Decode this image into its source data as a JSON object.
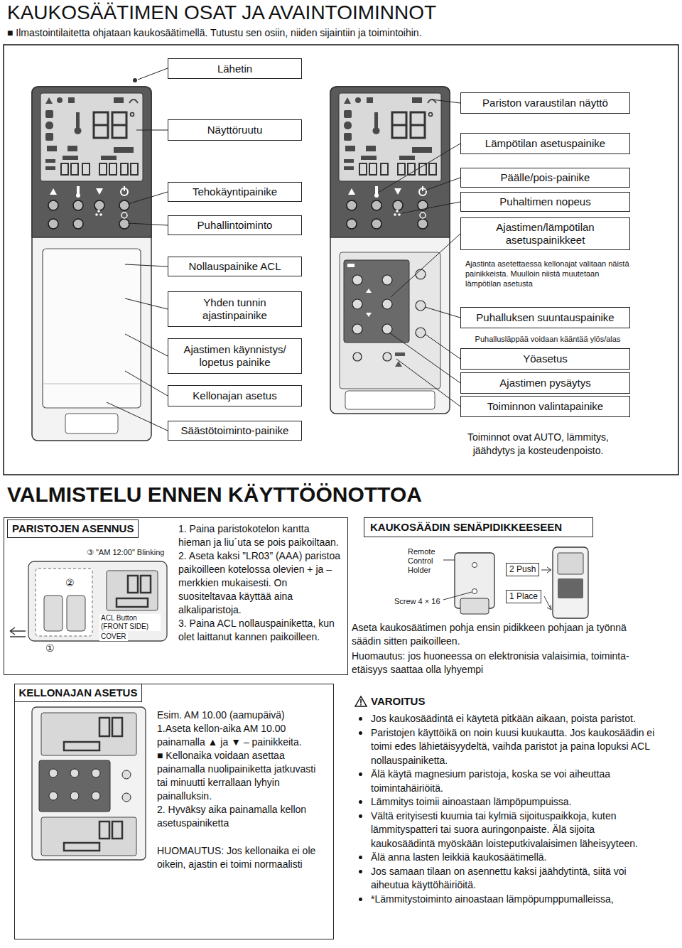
{
  "diagram": {
    "title": "KAUKOSÄÄTIMEN OSAT JA AVAINTOIMINNOT",
    "nodes": [
      {
        "text": [
          "Lähetin"
        ]
      },
      {
        "text": [
          "Näyttöruutu"
        ]
      },
      {
        "text": [
          "Tehokäyntipainike"
        ]
      },
      {
        "text": [
          "Puhallintoiminto"
        ]
      },
      {
        "text": [
          "Nollauspainike ACL"
        ]
      },
      {
        "text": [
          "Yhden tunnin ajastinpainike"
        ]
      },
      {
        "text": [
          "Ajastimen käynnistys/ lopetus painike"
        ]
      },
      {
        "text": [
          "Kellonajan asetus"
        ]
      },
      {
        "text": [
          "Säästötoiminto-painike"
        ]
      },
      {
        "text": [
          "Pariston varaustilan näyttö"
        ]
      },
      {
        "text": [
          "Lämpötilan asetuspainike"
        ]
      },
      {
        "text": [
          "Päälle/pois-painike"
        ]
      },
      {
        "text": [
          "Puhaltimen nopeus"
        ]
      },
      {
        "text": [
          "Ajastimen/lämpötilan asetuspainikkeet"
        ]
      },
      {
        "text": [
          "Puhalluksen suuntauspainike"
        ]
      },
      {
        "text": [
          "Yöasetus"
        ]
      },
      {
        "text": [
          "Ajastimen pysäytys"
        ]
      },
      {
        "text": [
          "Toiminnon valintapainike"
        ]
      },
      {
        "text": [
          "PARISTOJEN ASENNUS",
          "1. Paina paristokotelon kantta hieman ja liu´uta se pois paikoiltaan.",
          "2. Aseta kaksi ”LR03” (AAA) paristoa paikoilleen kotelossa olevien + ja – merkkien mukaisesti. On suositeltavaa käyttää aina alkaliparistoja.",
          "3. Paina ACL nollauspainiketta, kun olet laittanut kannen paikoilleen."
        ]
      },
      {
        "text": [
          "KELLONAJAN ASETUS",
          "Esim. AM 10.00 (aamupäivä)",
          "1.Aseta kellon-aika AM 10.00 painamalla ▲ ja ▼ – painikkeita.",
          "■ Kellonaika voidaan asettaa painamalla nuolipainiketta jatkuvasti tai minuutti kerrallaan lyhyin painalluksin.",
          "2. Hyväksy aika painamalla kellon asetuspainiketta",
          "HUOMAUTUS: Jos kellonaika ei ole oikein, ajastin ei toimi normaalisti"
        ]
      },
      {
        "text": [
          "KAUKOSÄÄDIN SENÄPIDIKKEESEEN"
        ]
      }
    ],
    "labels": [
      "■ Ilmastointilaitetta ohjataan kaukosäätimellä. Tutustu sen osiin, niiden sijaintiin ja toimintoihin.",
      "Ajastinta asetettaessa kellonajat valitaan näistä painikkeista. Muulloin niistä muutetaan lämpötilan asetusta",
      "Puhallusläppää voidaan kääntää ylös/alas",
      "Toiminnot ovat AUTO, lämmitys, jäähdytys ja kosteudenpoisto.",
      "VALMISTELU ENNEN KÄYTTÖÖNOTTOA",
      "③ \"AM 12:00\" Blinking",
      "②",
      "ACL Button (FRONT SIDE)",
      "COVER",
      "①",
      "Remote Control Holder",
      "2 Push",
      "1 Place",
      "Screw 4 × 16",
      "Aseta kaukosäätimen pohja ensin pidikkeen pohjaan ja työnnä säädin sitten paikoilleen.",
      "Huomautus: jos huoneessa on elektronisia valaisimia, toiminta-etäisyys saattaa olla lyhyempi",
      "VAROITUS",
      "Jos kaukosäädintä ei käytetä pitkään aikaan, poista paristot.",
      "Paristojen käyttöikä on noin kuusi kuukautta. Jos kaukosäädin ei toimi edes lähietäisyydeltä, vaihda paristot ja paina lopuksi ACL nollauspainiketta.",
      "Älä käytä magnesium paristoja, koska se voi aiheuttaa toimintahäiriöitä.",
      "Lämmitys toimii ainoastaan lämpöpumpuissa.",
      "Vältä erityisesti kuumia tai kylmiä sijoituspaikkoja, kuten lämmityspatteri tai suora auringonpaiste. Älä sijoita kaukosäädintä myöskään loisteputkivalaisimen läheisyyteen.",
      "Älä anna lasten leikkiä kaukosäätimellä.",
      "Jos samaan tilaan on asennettu kaksi jäähdytintä, siitä voi aiheutua käyttöhäiriöitä.",
      "*Lämmitystoiminto ainoastaan lämpöpumppumalleissa,"
    ]
  }
}
